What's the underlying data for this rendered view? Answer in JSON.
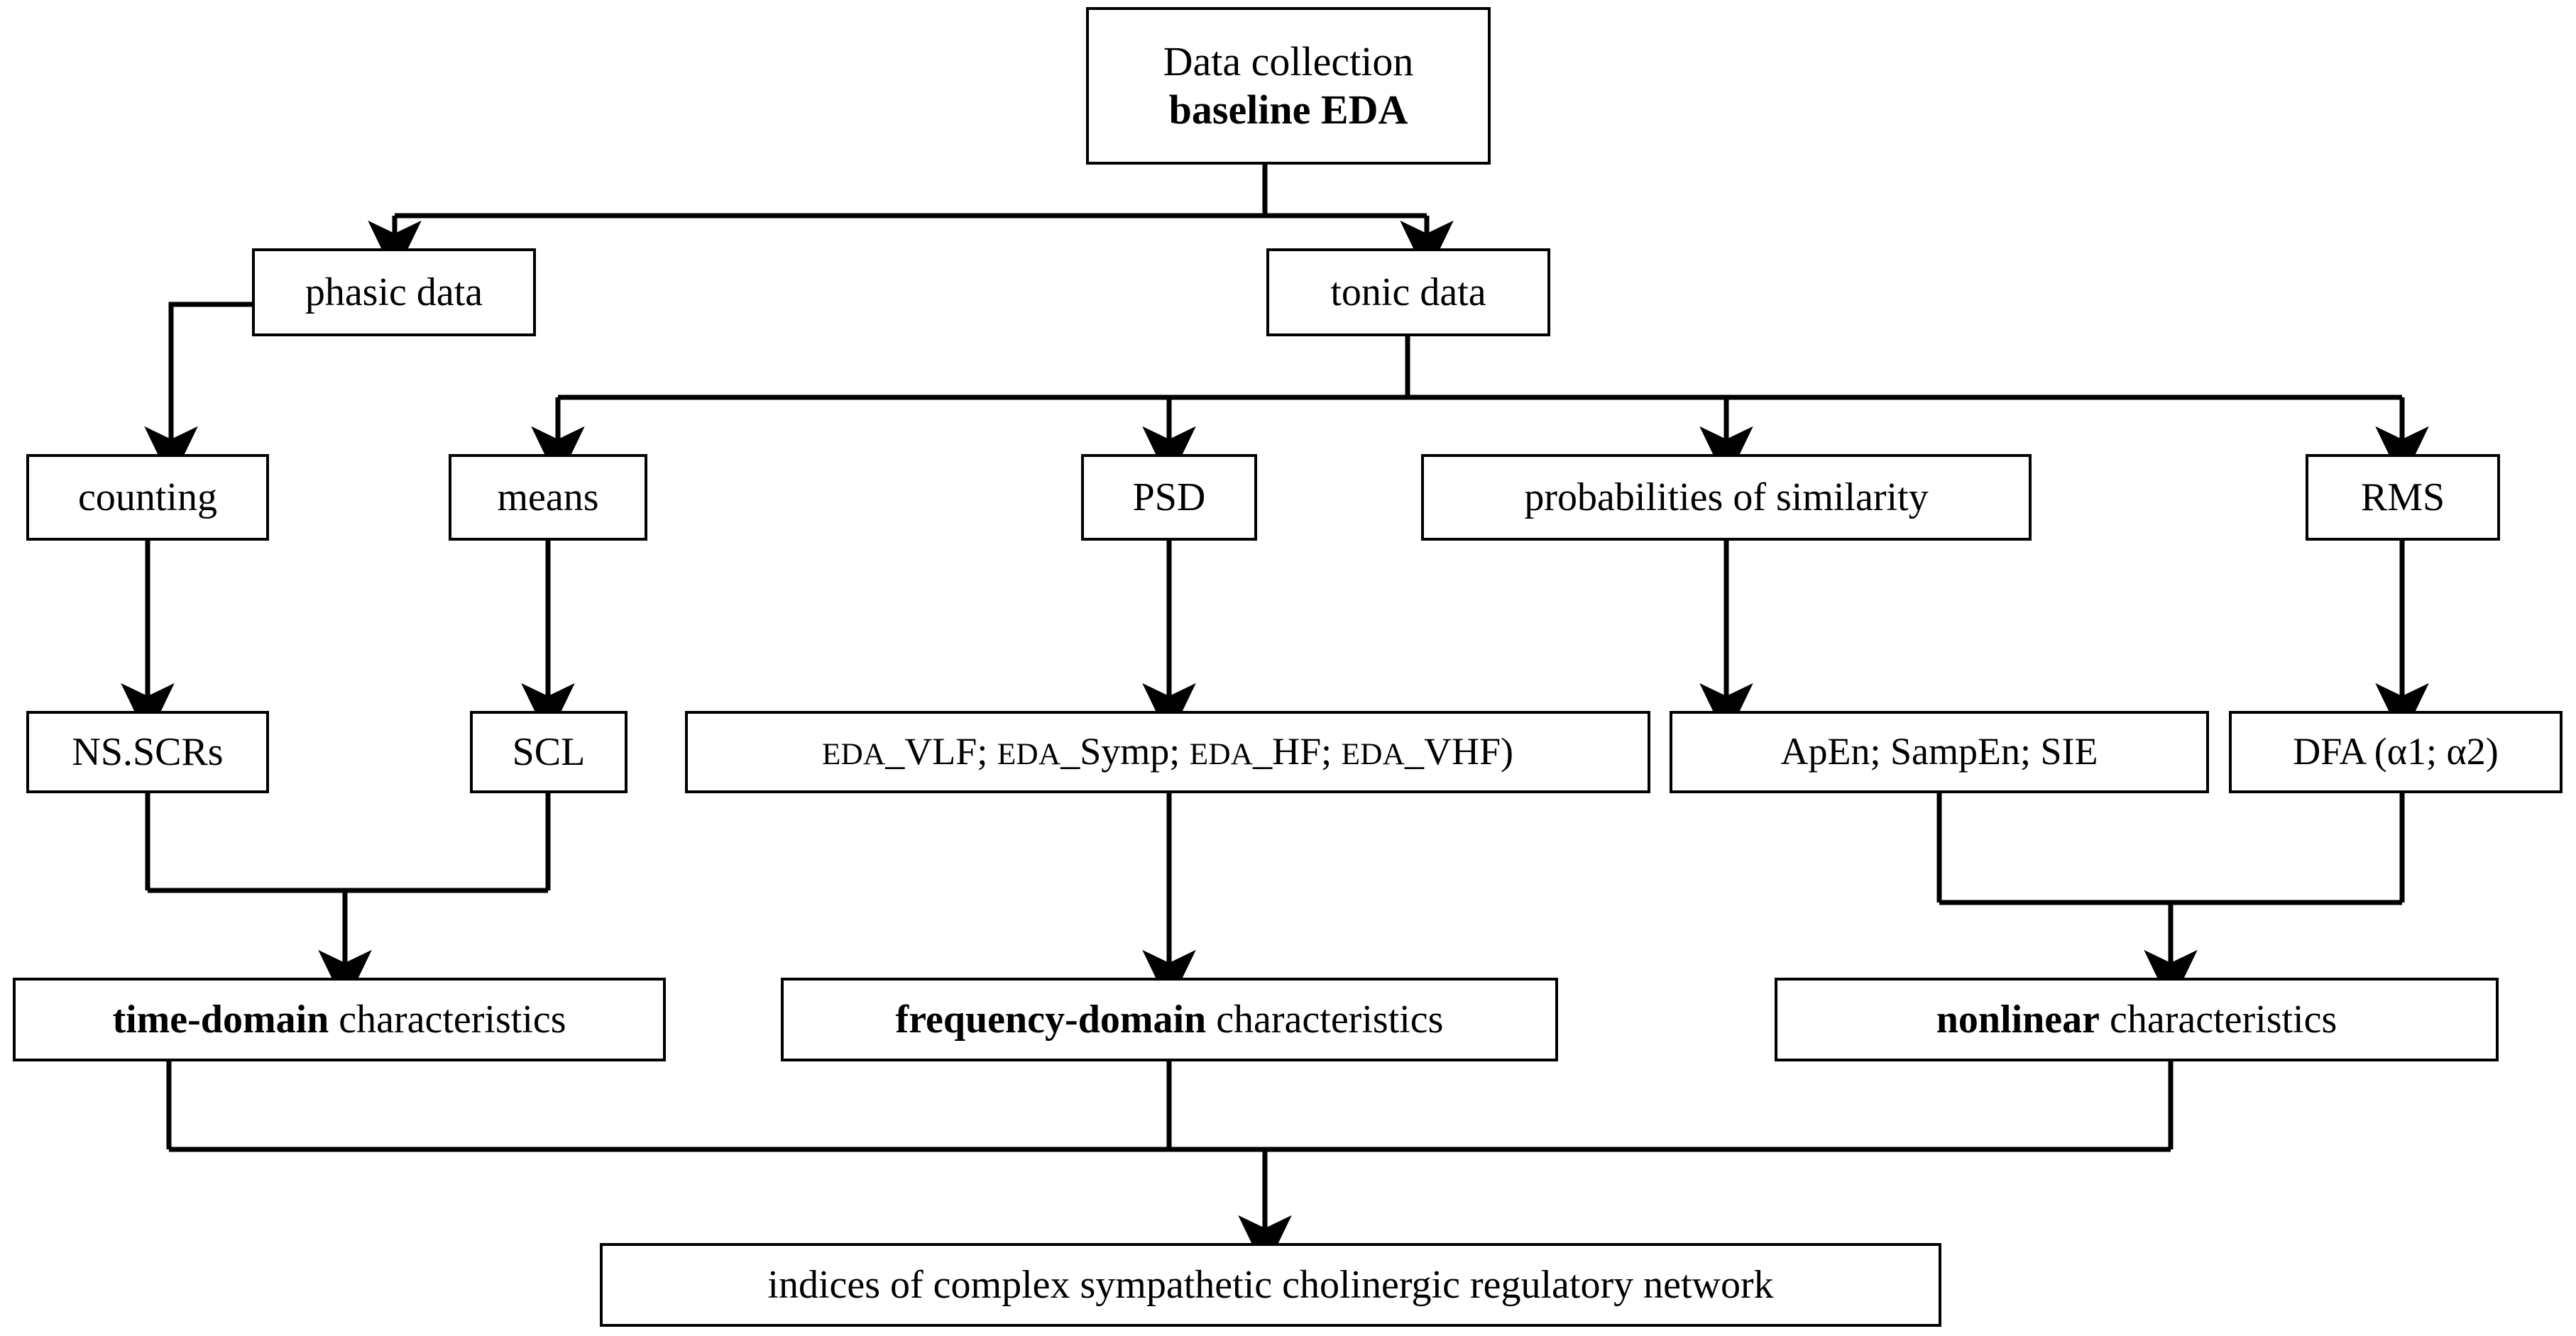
{
  "diagram": {
    "title": "EDA signal-processing flowchart",
    "colors": {
      "line": "#000000",
      "background": "#ffffff",
      "text": "#000000"
    },
    "nodes": {
      "data_collection": {
        "line1": "Data collection",
        "line2": "baseline EDA"
      },
      "phasic": {
        "label": "phasic data"
      },
      "tonic": {
        "label": "tonic data"
      },
      "counting": {
        "label": "counting"
      },
      "means": {
        "label": "means"
      },
      "psd": {
        "label": "PSD"
      },
      "probabilities": {
        "label": "probabilities of similarity"
      },
      "rms": {
        "label": "RMS"
      },
      "ns_scrs": {
        "label": "NS.SCRs"
      },
      "scl": {
        "label": "SCL"
      },
      "eda_bands": {
        "p1": "EDA",
        "p2": "_VLF; ",
        "p3": "EDA",
        "p4": "_Symp; ",
        "p5": "EDA",
        "p6": "_HF; ",
        "p7": "EDA",
        "p8": "_VHF)"
      },
      "entropies": {
        "label": "ApEn; SampEn; SIE"
      },
      "dfa": {
        "label": "DFA (α1; α2)"
      },
      "time_domain": {
        "bold": "time-domain",
        "rest": " characteristics"
      },
      "frequency_domain": {
        "bold": "frequency-domain",
        "rest": " characteristics"
      },
      "nonlinear": {
        "bold": "nonlinear",
        "rest": " characteristics"
      },
      "indices": {
        "label": "indices of complex sympathetic cholinergic regulatory network"
      }
    },
    "edges": [
      {
        "from": "data_collection",
        "to": "phasic"
      },
      {
        "from": "data_collection",
        "to": "tonic"
      },
      {
        "from": "phasic",
        "to": "counting"
      },
      {
        "from": "tonic",
        "to": "means"
      },
      {
        "from": "tonic",
        "to": "psd"
      },
      {
        "from": "tonic",
        "to": "probabilities"
      },
      {
        "from": "tonic",
        "to": "rms"
      },
      {
        "from": "counting",
        "to": "ns_scrs"
      },
      {
        "from": "means",
        "to": "scl"
      },
      {
        "from": "psd",
        "to": "eda_bands"
      },
      {
        "from": "probabilities",
        "to": "entropies"
      },
      {
        "from": "rms",
        "to": "dfa"
      },
      {
        "from": "ns_scrs",
        "to": "time_domain"
      },
      {
        "from": "scl",
        "to": "time_domain"
      },
      {
        "from": "eda_bands",
        "to": "frequency_domain"
      },
      {
        "from": "entropies",
        "to": "nonlinear"
      },
      {
        "from": "dfa",
        "to": "nonlinear"
      },
      {
        "from": "time_domain",
        "to": "indices"
      },
      {
        "from": "frequency_domain",
        "to": "indices"
      },
      {
        "from": "nonlinear",
        "to": "indices"
      }
    ]
  }
}
